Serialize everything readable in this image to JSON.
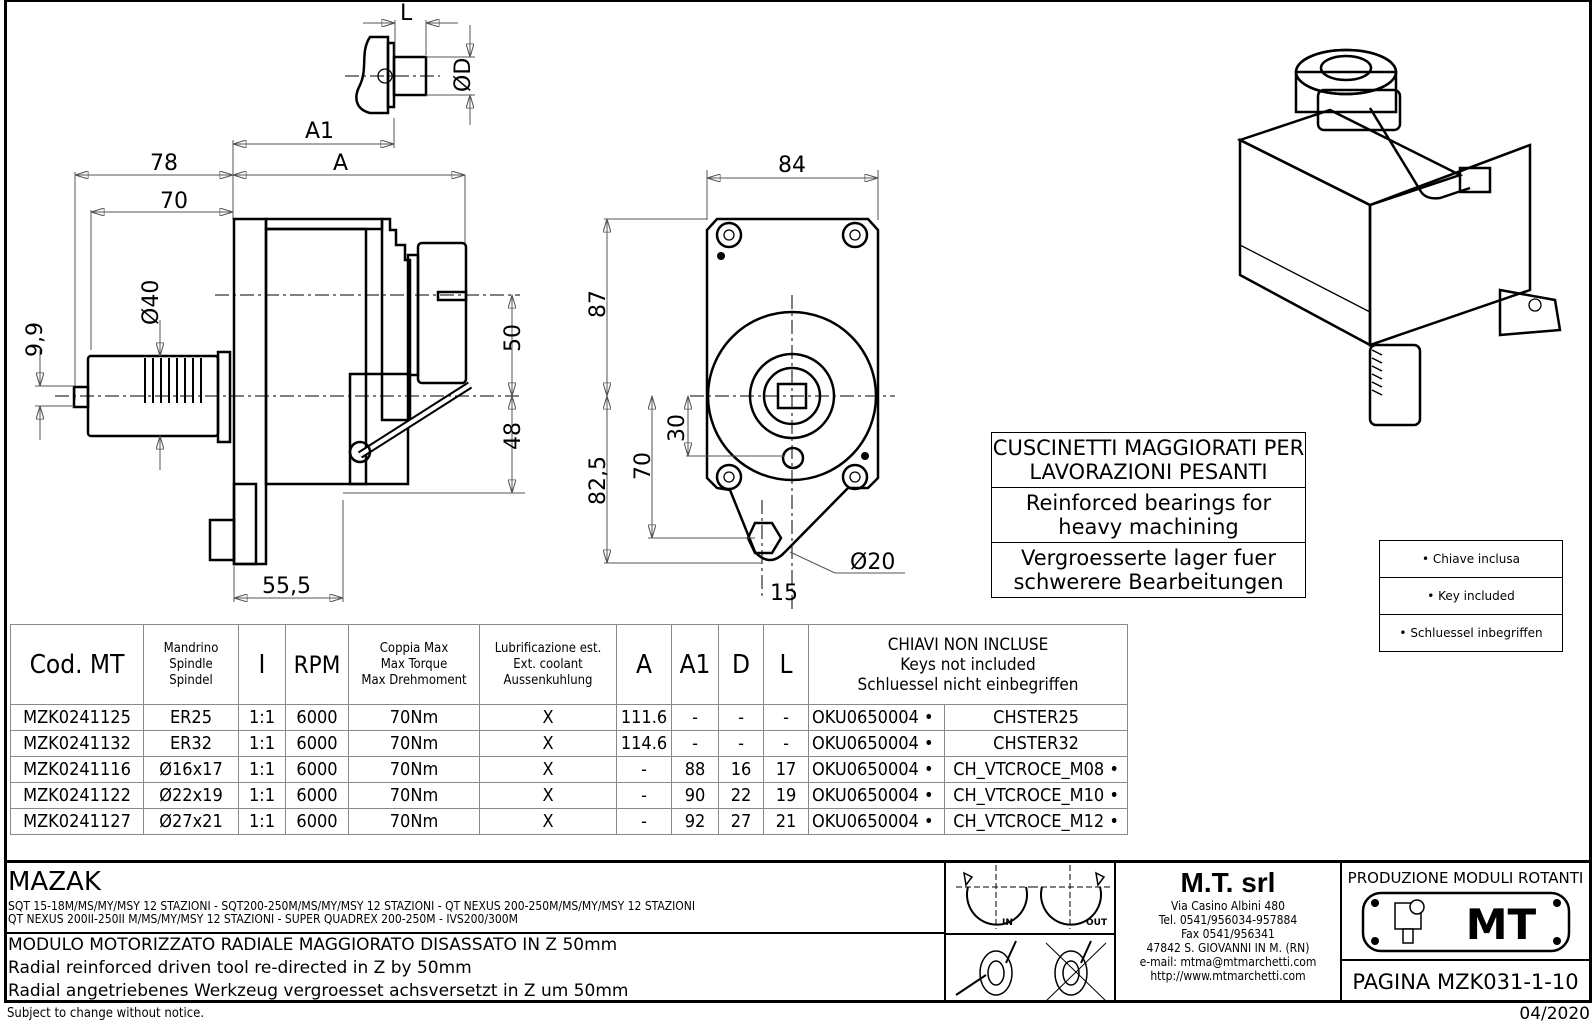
{
  "drawing": {
    "key_view": {
      "L": "L",
      "D": "ØD"
    },
    "side_view": {
      "A1": "A1",
      "A": "A",
      "d78": "78",
      "d70": "70",
      "d40": "Ø40",
      "d9_9": "9,9",
      "d50": "50",
      "d48": "48",
      "d55_5": "55,5"
    },
    "front_view": {
      "d84": "84",
      "d87": "87",
      "d82_5": "82,5",
      "d70": "70",
      "d30": "30",
      "d20": "Ø20",
      "d15": "15"
    }
  },
  "notes": {
    "it": "CUSCINETTI MAGGIORATI PER LAVORAZIONI PESANTI",
    "en": "Reinforced bearings for heavy machining",
    "de": "Vergroesserte lager fuer schwerere Bearbeitungen"
  },
  "keys_included": [
    "Chiave inclusa",
    "Key included",
    "Schluessel inbegriffen"
  ],
  "table": {
    "headers": {
      "code": "Cod. MT",
      "spindle": [
        "Mandrino",
        "Spindle",
        "Spindel"
      ],
      "ratio": "I",
      "rpm": "RPM",
      "torque": [
        "Coppia Max",
        "Max Torque",
        "Max Drehmoment"
      ],
      "coolant": [
        "Lubrificazione est.",
        "Ext. coolant",
        "Aussenkuhlung"
      ],
      "a": "A",
      "a1": "A1",
      "d": "D",
      "l": "L",
      "keys": [
        "CHIAVI NON INCLUSE",
        "Keys not included",
        "Schluessel nicht einbegriffen"
      ]
    },
    "rows": [
      {
        "code": "MZK0241125",
        "spindle": "ER25",
        "ratio": "1:1",
        "rpm": "6000",
        "torque": "70Nm",
        "coolant": "X",
        "a": "111.6",
        "a1": "-",
        "d": "-",
        "l": "-",
        "key1": "OKU0650004",
        "key2": "CHSTER25",
        "key2_included": false
      },
      {
        "code": "MZK0241132",
        "spindle": "ER32",
        "ratio": "1:1",
        "rpm": "6000",
        "torque": "70Nm",
        "coolant": "X",
        "a": "114.6",
        "a1": "-",
        "d": "-",
        "l": "-",
        "key1": "OKU0650004",
        "key2": "CHSTER32",
        "key2_included": false
      },
      {
        "code": "MZK0241116",
        "spindle": "Ø16x17",
        "ratio": "1:1",
        "rpm": "6000",
        "torque": "70Nm",
        "coolant": "X",
        "a": "-",
        "a1": "88",
        "d": "16",
        "l": "17",
        "key1": "OKU0650004",
        "key2": "CH_VTCROCE_M08",
        "key2_included": true
      },
      {
        "code": "MZK0241122",
        "spindle": "Ø22x19",
        "ratio": "1:1",
        "rpm": "6000",
        "torque": "70Nm",
        "coolant": "X",
        "a": "-",
        "a1": "90",
        "d": "22",
        "l": "19",
        "key1": "OKU0650004",
        "key2": "CH_VTCROCE_M10",
        "key2_included": true
      },
      {
        "code": "MZK0241127",
        "spindle": "Ø27x21",
        "ratio": "1:1",
        "rpm": "6000",
        "torque": "70Nm",
        "coolant": "X",
        "a": "-",
        "a1": "92",
        "d": "27",
        "l": "21",
        "key1": "OKU0650004",
        "key2": "CH_VTCROCE_M12",
        "key2_included": true
      }
    ]
  },
  "title_block": {
    "maker": "MAZAK",
    "models_line1": "SQT 15-18M/MS/MY/MSY 12 STAZIONI - SQT200-250M/MS/MY/MSY 12 STAZIONI - QT NEXUS 200-250M/MS/MY/MSY 12 STAZIONI",
    "models_line2": "QT NEXUS 200II-250II M/MS/MY/MSY 12 STAZIONI - SUPER QUADREX 200-250M - IVS200/300M",
    "desc_it": "MODULO MOTORIZZATO RADIALE MAGGIORATO DISASSATO IN Z 50mm",
    "desc_en": "Radial reinforced driven tool re-directed in Z by 50mm",
    "desc_de": "Radial angetriebenes Werkzeug vergroesset achsversetzt in Z um 50mm",
    "rotation_in": "IN",
    "rotation_out": "OUT",
    "company": {
      "name": "M.T. srl",
      "address": "Via Casino Albini 480",
      "tel": "Tel. 0541/956034-957884",
      "fax": "Fax 0541/956341",
      "city": "47842 S. GIOVANNI IN M. (RN)",
      "email": "e-mail: mtma@mtmarchetti.com",
      "web": "http://www.mtmarchetti.com"
    },
    "production": "PRODUZIONE MODULI ROTANTI",
    "logo_text": "MT",
    "page": "PAGINA MZK031-1-10"
  },
  "footer": {
    "notice": "Subject to change without notice.",
    "date": "04/2020"
  }
}
